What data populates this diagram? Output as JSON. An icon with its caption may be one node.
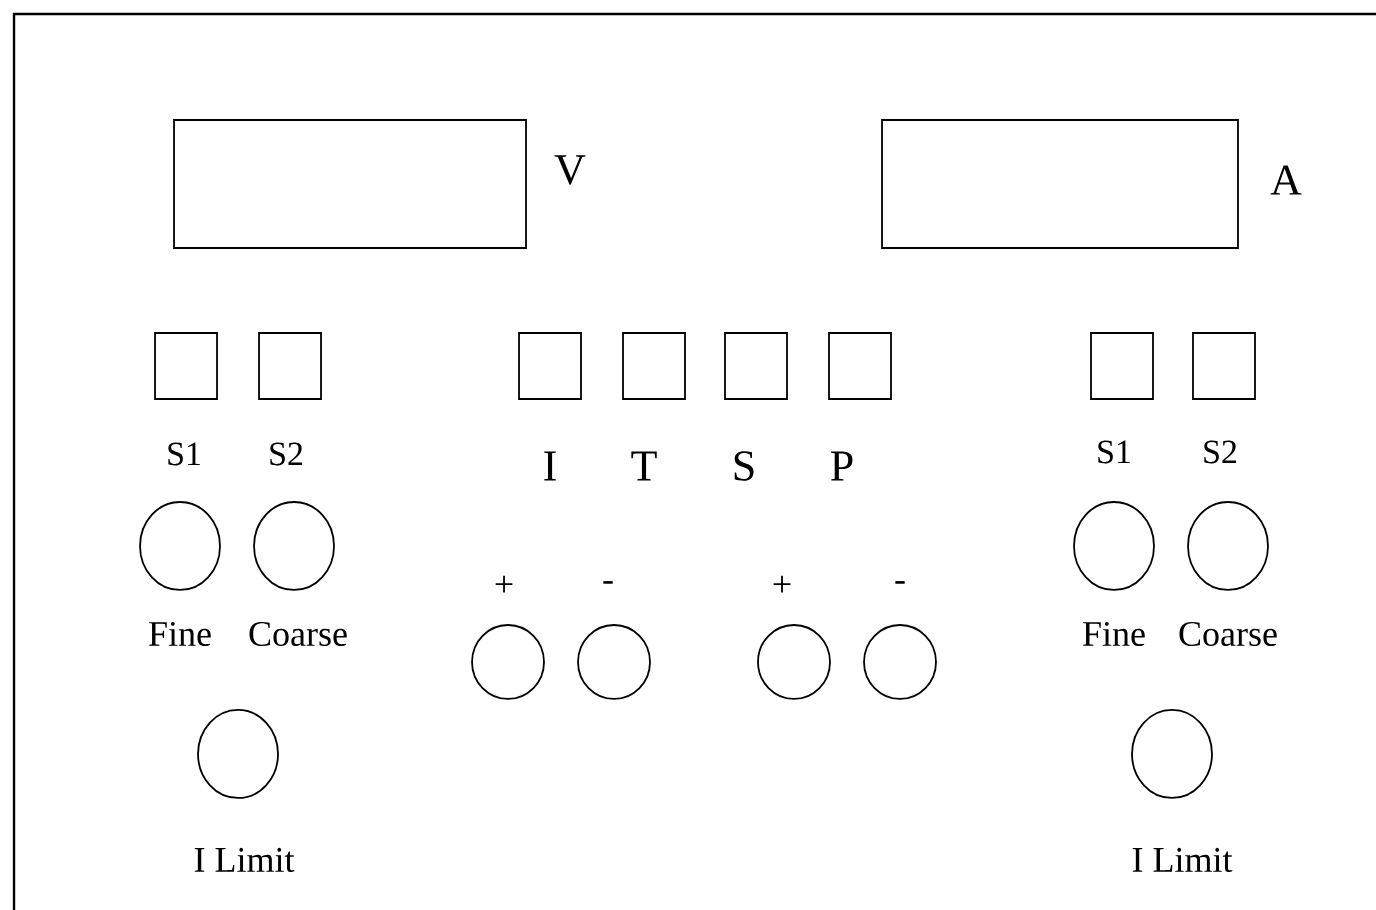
{
  "diagram": {
    "nodes": [
      {
        "text": [],
        "shape": "box",
        "beside": [
          "V"
        ]
      },
      {
        "text": [],
        "shape": "box",
        "beside": [
          "A"
        ]
      },
      {
        "text": [],
        "shape": "box",
        "beside": [
          "S1"
        ]
      },
      {
        "text": [],
        "shape": "box",
        "beside": [
          "S2"
        ]
      },
      {
        "text": [],
        "shape": "box",
        "beside": [
          "I"
        ]
      },
      {
        "text": [],
        "shape": "box",
        "beside": [
          "T"
        ]
      },
      {
        "text": [],
        "shape": "box",
        "beside": [
          "S"
        ]
      },
      {
        "text": [],
        "shape": "box",
        "beside": [
          "P"
        ]
      },
      {
        "text": [],
        "shape": "box",
        "beside": [
          "S1"
        ]
      },
      {
        "text": [],
        "shape": "box",
        "beside": [
          "S2"
        ]
      },
      {
        "text": [],
        "shape": "circle",
        "beside": [
          "Fine"
        ]
      },
      {
        "text": [],
        "shape": "circle",
        "beside": [
          "Coarse"
        ]
      },
      {
        "text": [],
        "shape": "circle",
        "beside": [
          "+"
        ]
      },
      {
        "text": [],
        "shape": "circle",
        "beside": [
          "-"
        ]
      },
      {
        "text": [],
        "shape": "circle",
        "beside": [
          "+"
        ]
      },
      {
        "text": [],
        "shape": "circle",
        "beside": [
          "-"
        ]
      },
      {
        "text": [],
        "shape": "circle",
        "beside": [
          "Fine"
        ]
      },
      {
        "text": [],
        "shape": "circle",
        "beside": [
          "Coarse"
        ]
      },
      {
        "text": [],
        "shape": "circle",
        "beside": [
          "I Limit"
        ]
      },
      {
        "text": [],
        "shape": "circle",
        "beside": [
          "I Limit"
        ]
      }
    ]
  }
}
